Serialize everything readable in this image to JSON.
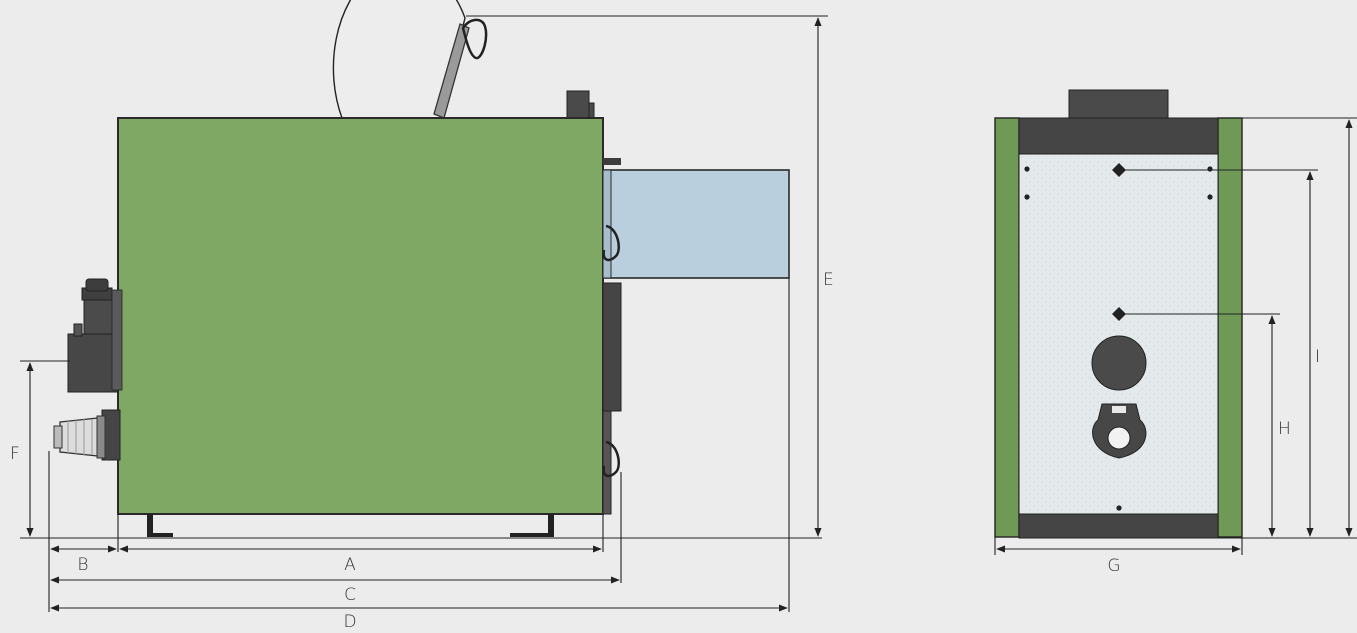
{
  "diagram": {
    "labels": {
      "A": "A",
      "B": "B",
      "C": "C",
      "D": "D",
      "E": "E",
      "F": "F",
      "G": "G",
      "H": "H",
      "I": "I"
    },
    "colors": {
      "background": "#ececec",
      "boiler_body": "#7fa864",
      "side_frame": "#6f9a56",
      "dark_parts": "#474747",
      "feeder_box": "#b9cfdd",
      "panel_face": "#dfe6e8",
      "dimension_line": "#222222"
    }
  }
}
